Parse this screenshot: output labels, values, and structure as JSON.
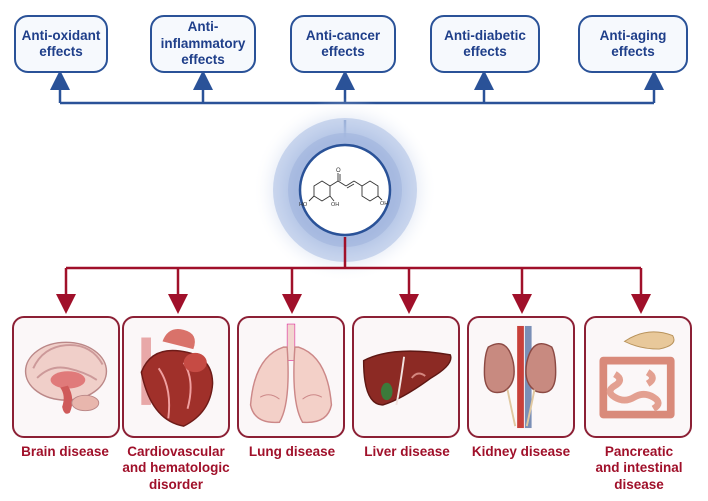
{
  "effects": [
    {
      "line1": "Anti-oxidant",
      "line2": "effects"
    },
    {
      "line1": "Anti-",
      "line2": "inflammatory",
      "line3": "effects"
    },
    {
      "line1": "Anti-cancer",
      "line2": "effects"
    },
    {
      "line1": "Anti-diabetic",
      "line2": "effects"
    },
    {
      "line1": "Anti-aging",
      "line2": "effects"
    }
  ],
  "molecule": {
    "oh1": "HO",
    "oh2": "OH",
    "oh3": "OH",
    "carbonyl": "O"
  },
  "diseases": [
    {
      "line1": "Brain disease"
    },
    {
      "line1": "Cardiovascular",
      "line2": "and hematologic",
      "line3": "disorder"
    },
    {
      "line1": "Lung disease"
    },
    {
      "line1": "Liver disease"
    },
    {
      "line1": "Kidney disease"
    },
    {
      "line1": "Pancreatic",
      "line2": "and intestinal",
      "line3": "disease"
    }
  ],
  "colors": {
    "blue": "#2a5298",
    "red": "#a0102a",
    "halo": "#c9d5ec"
  }
}
